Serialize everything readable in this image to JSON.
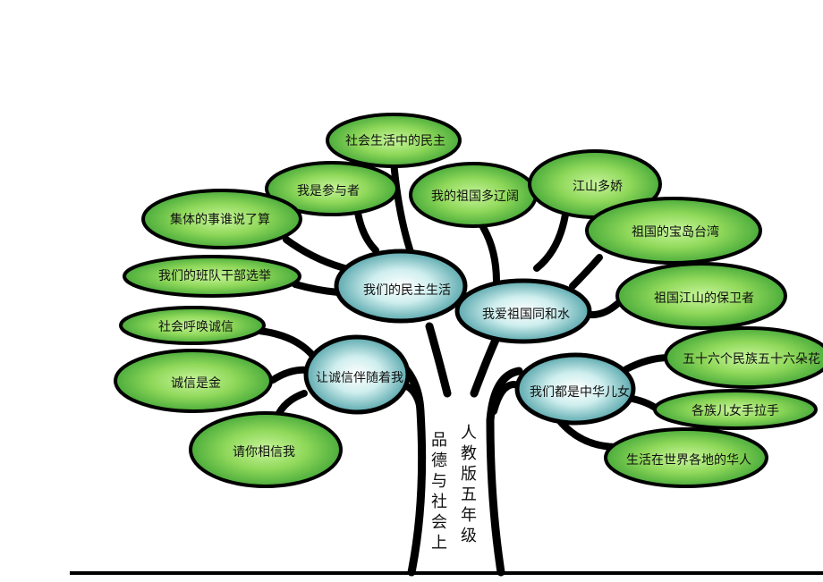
{
  "trunk": {
    "left_label": "品德与社会上",
    "right_label": "人教版五年级"
  },
  "nodes": {
    "hub_democracy": "我们的民主生活",
    "hub_motherland": "我爱祖国同和水",
    "hub_honesty": "让诚信伴随着我",
    "hub_chinese": "我们都是中华儿女",
    "leaf_social_democracy": "社会生活中的民主",
    "leaf_participant": "我是参与者",
    "leaf_collective": "集体的事谁说了算",
    "leaf_class_election": "我们的班队干部选举",
    "leaf_vast_land": "我的祖国多辽阔",
    "leaf_jiangshan": "江山多娇",
    "leaf_taiwan": "祖国的宝岛台湾",
    "leaf_defender": "祖国江山的保卫者",
    "leaf_call_honesty": "社会呼唤诚信",
    "leaf_honesty_gold": "诚信是金",
    "leaf_trust_me": "请你相信我",
    "leaf_56_ethnic": "五十六个民族五十六朵花",
    "leaf_hand_in_hand": "各族儿女手拉手",
    "leaf_overseas": "生活在世界各地的华人"
  },
  "colors": {
    "leaf_green": "#3aa23a",
    "leaf_light": "#b8ee8a",
    "hub_teal": "#3f9aa0",
    "hub_light": "#e8f8f8",
    "outline": "#000000"
  }
}
